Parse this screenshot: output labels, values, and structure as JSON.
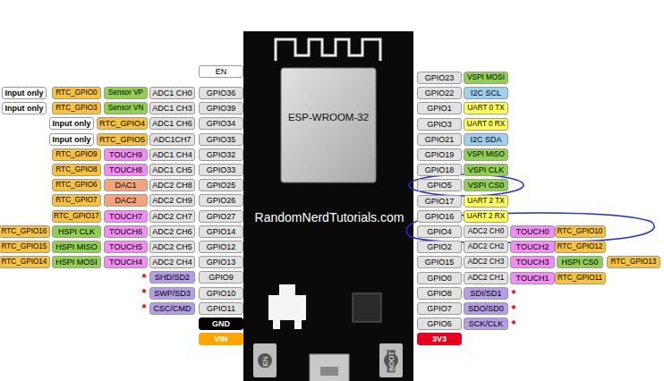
{
  "diagram": {
    "nodes": [
      {
        "text": [
          "EN"
        ]
      },
      {
        "text": [
          "Input only"
        ]
      },
      {
        "text": [
          "RTC_GPIO0"
        ]
      },
      {
        "text": [
          "Sensor VP"
        ]
      },
      {
        "text": [
          "ADC1 CH0"
        ]
      },
      {
        "text": [
          "GPIO36"
        ]
      },
      {
        "text": [
          "Input only"
        ]
      },
      {
        "text": [
          "RTC_GPIO3"
        ]
      },
      {
        "text": [
          "Sensor VN"
        ]
      },
      {
        "text": [
          "ADC1 CH3"
        ]
      },
      {
        "text": [
          "GPIO39"
        ]
      },
      {
        "text": [
          "Input only"
        ]
      },
      {
        "text": [
          "RTC_GPIO4"
        ]
      },
      {
        "text": [
          "ADC1 CH6"
        ]
      },
      {
        "text": [
          "GPIO34"
        ]
      },
      {
        "text": [
          "Input only"
        ]
      },
      {
        "text": [
          "RTC_GPIO5"
        ]
      },
      {
        "text": [
          "ADC1CH7"
        ]
      },
      {
        "text": [
          "GPIO35"
        ]
      },
      {
        "text": [
          "RTC_GPIO9"
        ]
      },
      {
        "text": [
          "TOUCH9"
        ]
      },
      {
        "text": [
          "ADC1 CH4"
        ]
      },
      {
        "text": [
          "GPIO32"
        ]
      },
      {
        "text": [
          "RTC_GPIO8"
        ]
      },
      {
        "text": [
          "TOUCH8"
        ]
      },
      {
        "text": [
          "ADC1 CH5"
        ]
      },
      {
        "text": [
          "GPIO33"
        ]
      },
      {
        "text": [
          "RTC_GPIO6"
        ]
      },
      {
        "text": [
          "DAC1"
        ]
      },
      {
        "text": [
          "ADC2 CH8"
        ]
      },
      {
        "text": [
          "GPIO25"
        ]
      },
      {
        "text": [
          "RTC_GPIO7"
        ]
      },
      {
        "text": [
          "DAC2"
        ]
      },
      {
        "text": [
          "ADC2 CH9"
        ]
      },
      {
        "text": [
          "GPIO26"
        ]
      },
      {
        "text": [
          "RTC_GPIO17"
        ]
      },
      {
        "text": [
          "TOUCH7"
        ]
      },
      {
        "text": [
          "ADC2 CH7"
        ]
      },
      {
        "text": [
          "GPIO27"
        ]
      },
      {
        "text": [
          "RTC_GPIO16"
        ]
      },
      {
        "text": [
          "HSPI CLK"
        ]
      },
      {
        "text": [
          "TOUCH6"
        ]
      },
      {
        "text": [
          "ADC2 CH6"
        ]
      },
      {
        "text": [
          "GPIO14"
        ]
      },
      {
        "text": [
          "RTC_GPIO15"
        ]
      },
      {
        "text": [
          "HSPI MISO"
        ]
      },
      {
        "text": [
          "TOUCH5"
        ]
      },
      {
        "text": [
          "ADC2 CH5"
        ]
      },
      {
        "text": [
          "GPIO12"
        ]
      },
      {
        "text": [
          "RTC_GPIO14"
        ]
      },
      {
        "text": [
          "HSPI MOSI"
        ]
      },
      {
        "text": [
          "TOUCH4"
        ]
      },
      {
        "text": [
          "ADC2 CH4"
        ]
      },
      {
        "text": [
          "GPIO13"
        ]
      },
      {
        "text": [
          "SHD/SD2"
        ]
      },
      {
        "text": [
          "GPIO9"
        ]
      },
      {
        "text": [
          "SWP/SD3"
        ]
      },
      {
        "text": [
          "GPIO10"
        ]
      },
      {
        "text": [
          "CSC/CMD"
        ]
      },
      {
        "text": [
          "GPIO11"
        ]
      },
      {
        "text": [
          "GND"
        ]
      },
      {
        "text": [
          "VIN"
        ]
      },
      {
        "text": [
          "GPIO23"
        ]
      },
      {
        "text": [
          "VSPI MOSI"
        ]
      },
      {
        "text": [
          "GPIO22"
        ]
      },
      {
        "text": [
          "I2C SCL"
        ]
      },
      {
        "text": [
          "GPIO1"
        ]
      },
      {
        "text": [
          "UART 0 TX"
        ]
      },
      {
        "text": [
          "GPIO3"
        ]
      },
      {
        "text": [
          "UART 0 RX"
        ]
      },
      {
        "text": [
          "GPIO21"
        ]
      },
      {
        "text": [
          "I2C SDA"
        ]
      },
      {
        "text": [
          "GPIO19"
        ]
      },
      {
        "text": [
          "VSPI MISO"
        ]
      },
      {
        "text": [
          "GPIO18"
        ]
      },
      {
        "text": [
          "VSPI CLK"
        ]
      },
      {
        "text": [
          "GPIO5"
        ]
      },
      {
        "text": [
          "VSPI CS0"
        ]
      },
      {
        "text": [
          "GPIO17"
        ]
      },
      {
        "text": [
          "UART 2 TX"
        ]
      },
      {
        "text": [
          "GPIO16"
        ]
      },
      {
        "text": [
          "UART 2 RX"
        ]
      },
      {
        "text": [
          "GPIO4"
        ]
      },
      {
        "text": [
          "ADC2 CH0"
        ]
      },
      {
        "text": [
          "TOUCH0"
        ]
      },
      {
        "text": [
          "RTC_GPIO10"
        ]
      },
      {
        "text": [
          "GPIO2"
        ]
      },
      {
        "text": [
          "ADC2 CH2"
        ]
      },
      {
        "text": [
          "TOUCH2"
        ]
      },
      {
        "text": [
          "RTC_GPIO12"
        ]
      },
      {
        "text": [
          "GPIO15"
        ]
      },
      {
        "text": [
          "ADC2 CH3"
        ]
      },
      {
        "text": [
          "TOUCH3"
        ]
      },
      {
        "text": [
          "HSPI CS0"
        ]
      },
      {
        "text": [
          "RTC_GPIO13"
        ]
      },
      {
        "text": [
          "GPIO0"
        ]
      },
      {
        "text": [
          "ADC2 CH1"
        ]
      },
      {
        "text": [
          "TOUCH1"
        ]
      },
      {
        "text": [
          "RTC_GPIO11"
        ]
      },
      {
        "text": [
          "GPIO8"
        ]
      },
      {
        "text": [
          "SDI/SD1"
        ]
      },
      {
        "text": [
          "GPIO7"
        ]
      },
      {
        "text": [
          "SDO/SD0"
        ]
      },
      {
        "text": [
          "GPIO6"
        ]
      },
      {
        "text": [
          "SCK/CLK"
        ]
      },
      {
        "text": [
          "3V3"
        ]
      }
    ],
    "labels": [
      "*",
      "*",
      "*",
      "*",
      "*",
      "*",
      "ESP-WROOM-32",
      "RandomNerdTutorials.com",
      "EN",
      "BOOT"
    ]
  }
}
